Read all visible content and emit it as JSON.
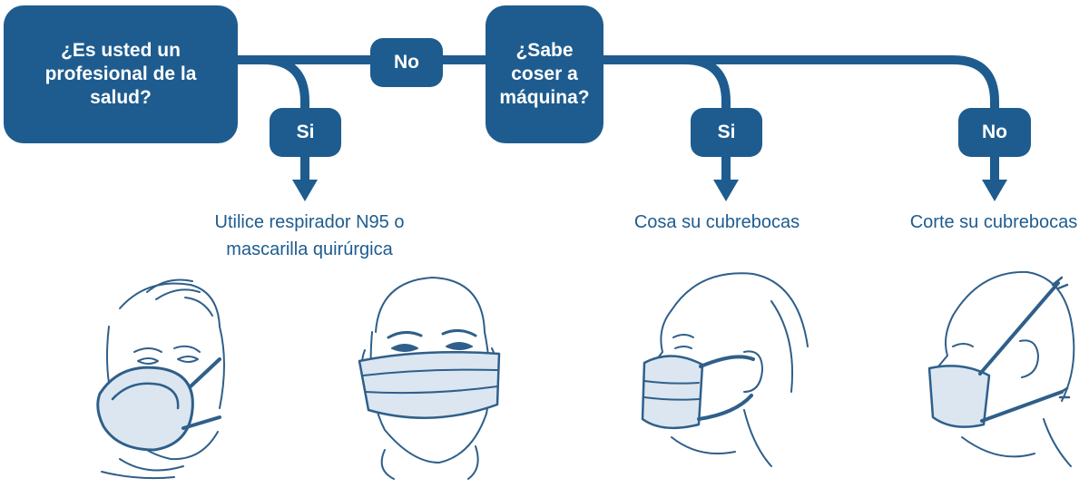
{
  "questions": {
    "health_professional": "¿Es usted un profesional de la salud?",
    "can_sew": "¿Sabe coser a máquina?"
  },
  "answers": {
    "q1_yes": "Si",
    "q1_no": "No",
    "q2_yes": "Si",
    "q2_no": "No"
  },
  "outcomes": {
    "respirator_line1": "Utilice respirador N95 o",
    "respirator_line2": "mascarilla quirúrgica",
    "sew": "Cosa su cubrebocas",
    "cut": "Corte su cubrebocas"
  },
  "colors": {
    "primary": "#1e5c8f",
    "illustration_ink": "#2f5f8a",
    "illustration_fill": "#dbe6f1"
  },
  "illustrations": [
    "n95-respirator-face",
    "surgical-mask-face",
    "sewn-mask-profile",
    "cut-mask-profile"
  ]
}
